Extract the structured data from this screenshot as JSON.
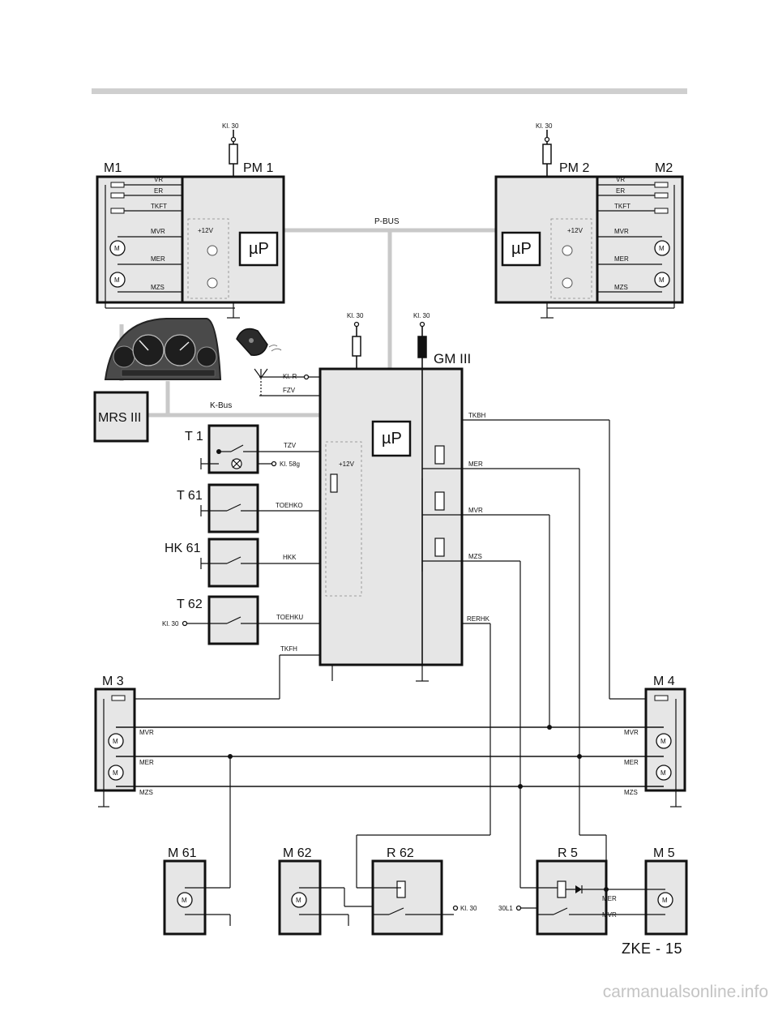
{
  "page": {
    "footer": "ZKE - 15",
    "watermark": "carmanualsonline.info"
  },
  "modules": {
    "m1": "M1",
    "pm1": "PM 1",
    "pm2": "PM 2",
    "m2": "M2",
    "gm3": "GM III",
    "mrs3": "MRS III",
    "t1": "T 1",
    "t61": "T 61",
    "hk61": "HK 61",
    "t62": "T 62",
    "m3": "M 3",
    "m4": "M 4",
    "m61": "M 61",
    "m62": "M 62",
    "r62": "R 62",
    "r5": "R 5",
    "m5": "M 5"
  },
  "buses": {
    "pbus": "P-BUS",
    "kbus": "K-Bus"
  },
  "common": {
    "kl30": "Kl. 30",
    "up": "µP",
    "plus12v": "+12V",
    "motor": "M",
    "kl30l1": "30L1"
  },
  "pm_signals": {
    "vr": "VR",
    "er": "ER",
    "tkft": "TKFT",
    "mvr": "MVR",
    "mer": "MER",
    "mzs": "MZS"
  },
  "gm_left_signals": {
    "klr": "Kl. R",
    "fzv": "FZV",
    "tzv": "TZV",
    "kl58g": "Kl. 58g",
    "toehko": "TOEHKO",
    "hkk": "HKK",
    "toehku": "TOEHKU",
    "tkfh": "TKFH"
  },
  "gm_right_signals": {
    "tkbh": "TKBH",
    "mer": "MER",
    "mvr": "MVR",
    "mzs": "MZS",
    "rerhk": "RERHK"
  },
  "rear_signals": {
    "mvr": "MVR",
    "mer": "MER",
    "mzs": "MZS"
  }
}
